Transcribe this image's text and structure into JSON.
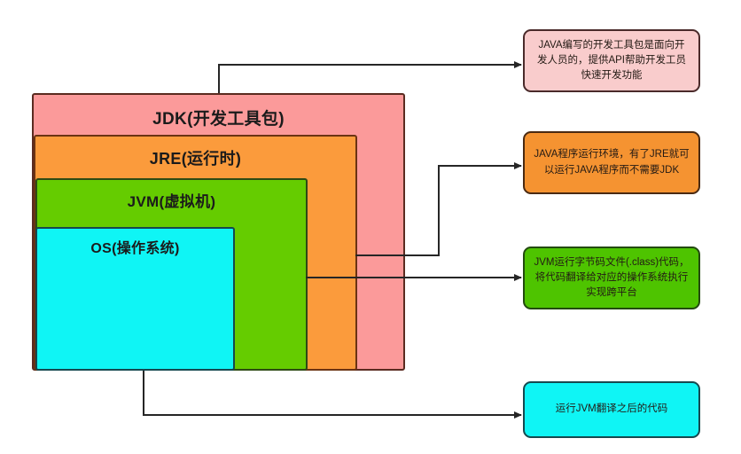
{
  "diagram": {
    "title": "JDK JRE JVM OS nested relationship diagram",
    "layers": [
      {
        "key": "jdk",
        "label": "JDK(开发工具包)",
        "color": "#fb9a9a",
        "note": "JAVA编写的开发工具包是面向开发人员的，提供API帮助开发工员快速开发功能",
        "note_color": "#f9cccc"
      },
      {
        "key": "jre",
        "label": "JRE(运行时)",
        "color": "#fb9b3c",
        "note": "JAVA程序运行环境，有了JRE就可以运行JAVA程序而不需要JDK",
        "note_color": "#f59331"
      },
      {
        "key": "jvm",
        "label": "JVM(虚拟机)",
        "color": "#65cc00",
        "note": "JVM运行字节码文件(.class)代码，将代码翻译给对应的操作系统执行实现跨平台",
        "note_color": "#4ec400"
      },
      {
        "key": "os",
        "label": "OS(操作系统)",
        "color": "#0ff5f5",
        "note": "运行JVM翻译之后的代码",
        "note_color": "#0ff5f5"
      }
    ],
    "connector_color": "#262626"
  }
}
